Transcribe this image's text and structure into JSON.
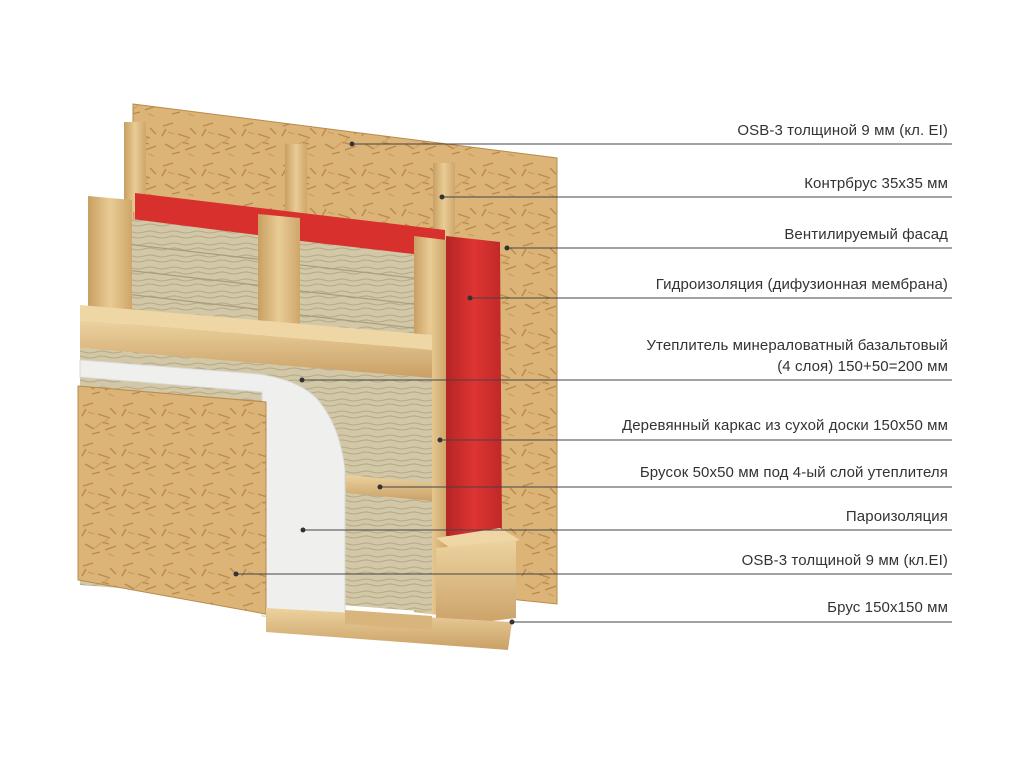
{
  "labels": [
    "OSB-3 толщиной 9 мм (кл. EI)",
    "Контрбрус 35х35 мм",
    "Вентилируемый фасад",
    "Гидроизоляция (дифузионная мембрана)",
    "Утеплитель минераловатный базальтовый",
    "(4 слоя) 150+50=200 мм",
    "Деревянный каркас из сухой доски 150х50 мм",
    "Брусок 50х50 мм под 4-ый слой утеплителя",
    "Пароизоляция",
    "OSB-3 толщиной 9 мм (кл.EI)",
    "Брус 150х150 мм"
  ],
  "colors": {
    "osb": "#d9b074",
    "osb_dark": "#b98a4c",
    "wood": "#e2c48c",
    "wood_dark": "#c49c5f",
    "membrane": "#d9302e",
    "membrane_dark": "#a61f1f",
    "insulation": "#cfc3a0",
    "insulation_dark": "#a89c7c",
    "vapor_barrier": "#eeeeec",
    "leader_line": "#444444",
    "text": "#333333"
  }
}
